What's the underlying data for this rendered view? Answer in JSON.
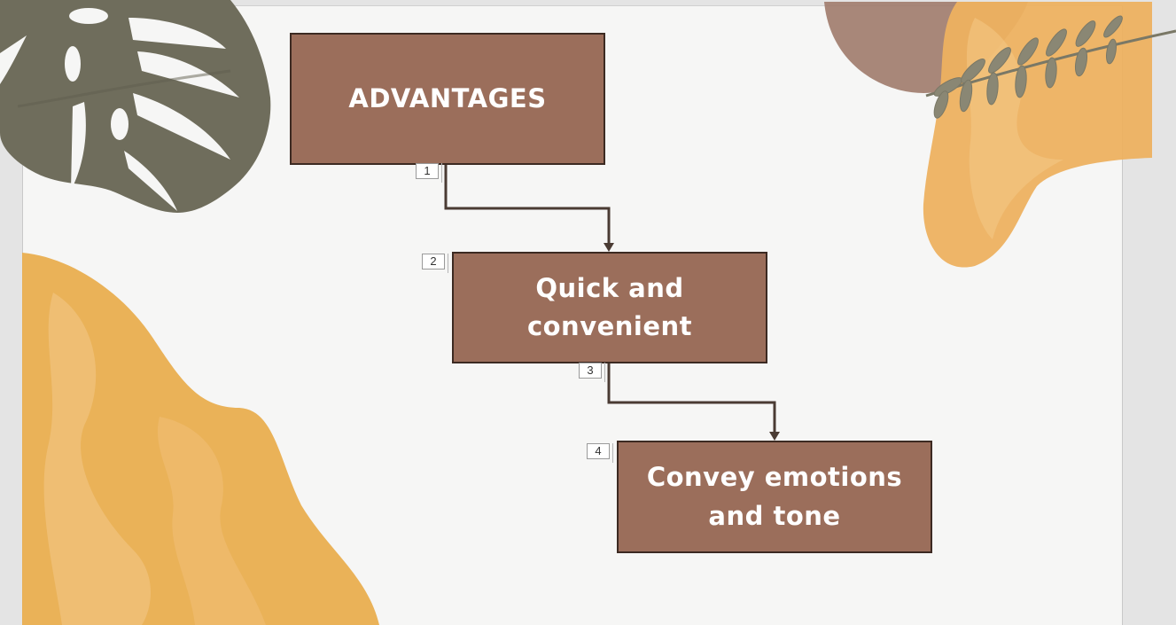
{
  "slide": {
    "boxes": [
      {
        "label": "ADVANTAGES"
      },
      {
        "label": "Quick and convenient"
      },
      {
        "label": "Convey emotions and tone"
      }
    ],
    "markers": [
      "1",
      "2",
      "3",
      "4"
    ]
  },
  "colors": {
    "box_fill": "#9b6e5b",
    "box_border": "#3c2a22",
    "connector": "#4a3b33",
    "leaf_green": "#6f6d5c",
    "watercolor_orange": "#e9ae4f",
    "watercolor_brown": "#a07b6b",
    "slide_bg": "#f6f6f5",
    "workspace_bg": "#e4e4e4"
  },
  "decorations": [
    "monstera-leaf",
    "orange-watercolor-blob",
    "brown-watercolor-blob",
    "fern-branch"
  ]
}
